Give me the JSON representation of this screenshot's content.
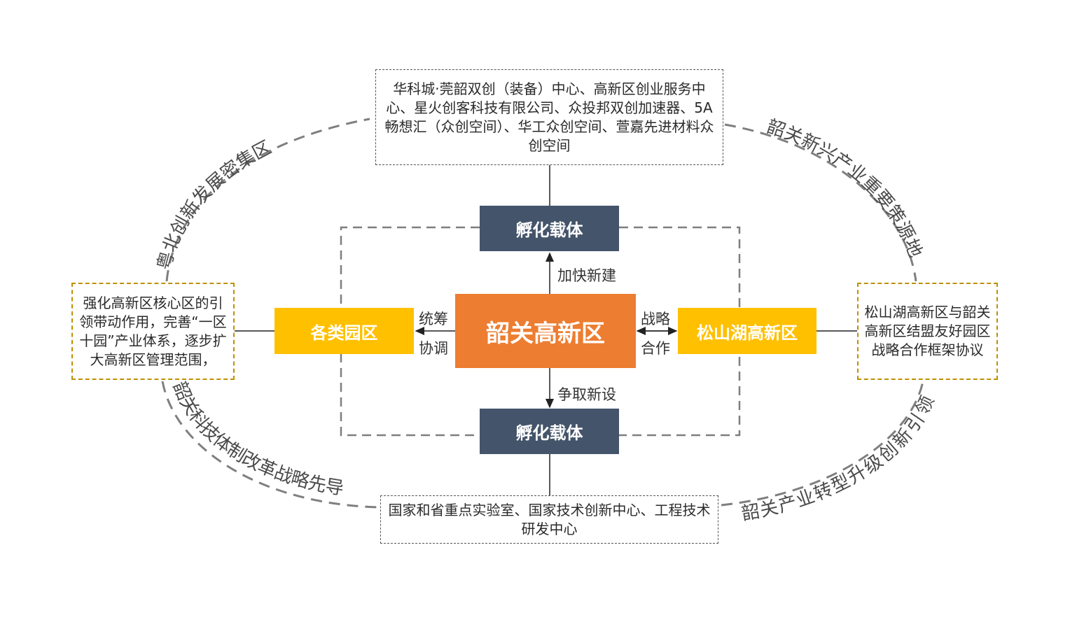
{
  "center": "韶关高新区",
  "top_carrier": "孵化载体",
  "bottom_carrier": "孵化载体",
  "left_park": "各类园区",
  "right_park": "松山湖高新区",
  "labels": {
    "up": "加快新建",
    "down": "争取新设",
    "left_top": "统筹",
    "left_bottom": "协调",
    "right_top": "战略",
    "right_bottom": "合作"
  },
  "notes": {
    "top": "华科城·莞韶双创（装备）中心、高新区创业服务中心、星火创客科技有限公司、众投邦双创加速器、5A畅想汇（众创空间）、华工众创空间、萱嘉先进材料众创空间",
    "bottom": "国家和省重点实验室、国家技术创新中心、工程技术研发中心",
    "left": "强化高新区核心区的引领带动作用，完善“一区十园”产业体系，逐步扩大高新区管理范围，",
    "right": "松山湖高新区与韶关高新区结盟友好园区战略合作框架协议"
  },
  "arcs": {
    "top_left": "粤北创新发展密集区",
    "top_right": "韶关新兴产业重要策源地",
    "bottom_left": "韶关科技体制改革战略先导",
    "bottom_right": "韶关产业转型升级创新引领"
  },
  "colors": {
    "center": "#ED7D31",
    "carrier": "#44546A",
    "park": "#FFC000",
    "note_border_gold": "#BF9000",
    "dashed_gray": "#7F7F7F"
  }
}
